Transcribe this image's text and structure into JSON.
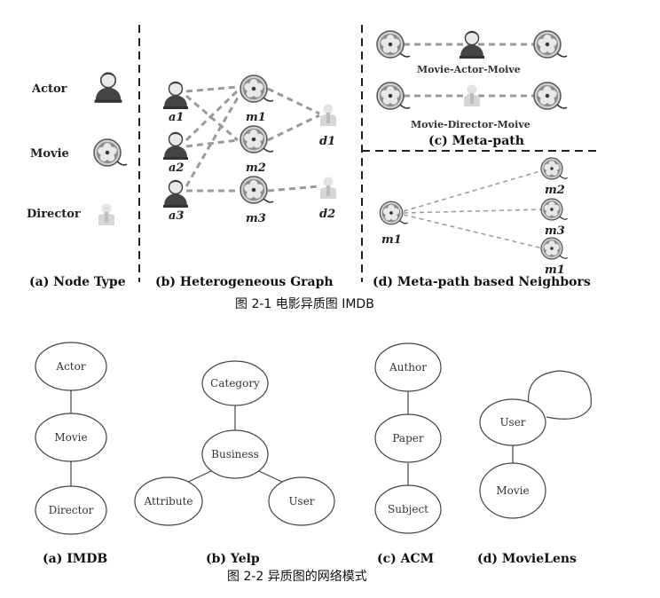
{
  "fig1": {
    "panel_a": {
      "caption": "(a) Node Type",
      "types": [
        "Actor",
        "Movie",
        "Director"
      ]
    },
    "panel_b": {
      "caption": "(b) Heterogeneous Graph",
      "actors": [
        "a1",
        "a2",
        "a3"
      ],
      "movies": [
        "m1",
        "m2",
        "m3"
      ],
      "directors": [
        "d1",
        "d2"
      ]
    },
    "panel_c": {
      "caption": "(c) Meta-path",
      "path1": "Movie-Actor-Moive",
      "path2": "Movie-Director-Moive"
    },
    "panel_d": {
      "caption": "(d) Meta-path based Neighbors",
      "center": "m1",
      "neighbors": [
        "m2",
        "m3",
        "m1"
      ]
    },
    "figure_caption": "图 2-1    电影异质图 IMDB"
  },
  "fig2": {
    "imdb": {
      "caption": "(a) IMDB",
      "nodes": [
        "Actor",
        "Movie",
        "Director"
      ]
    },
    "yelp": {
      "caption": "(b) Yelp",
      "nodes": [
        "Category",
        "Business",
        "Attribute",
        "User"
      ]
    },
    "acm": {
      "caption": "(c) ACM",
      "nodes": [
        "Author",
        "Paper",
        "Subject"
      ]
    },
    "movielens": {
      "caption": "(d) MovieLens",
      "nodes": [
        "User",
        "Movie"
      ]
    },
    "figure_caption": "图 2-2    异质图的网络模式"
  },
  "colors": {
    "edge": "#888888",
    "node_fill": "#ffffff",
    "node_stroke": "#444444",
    "divider": "#222222"
  }
}
